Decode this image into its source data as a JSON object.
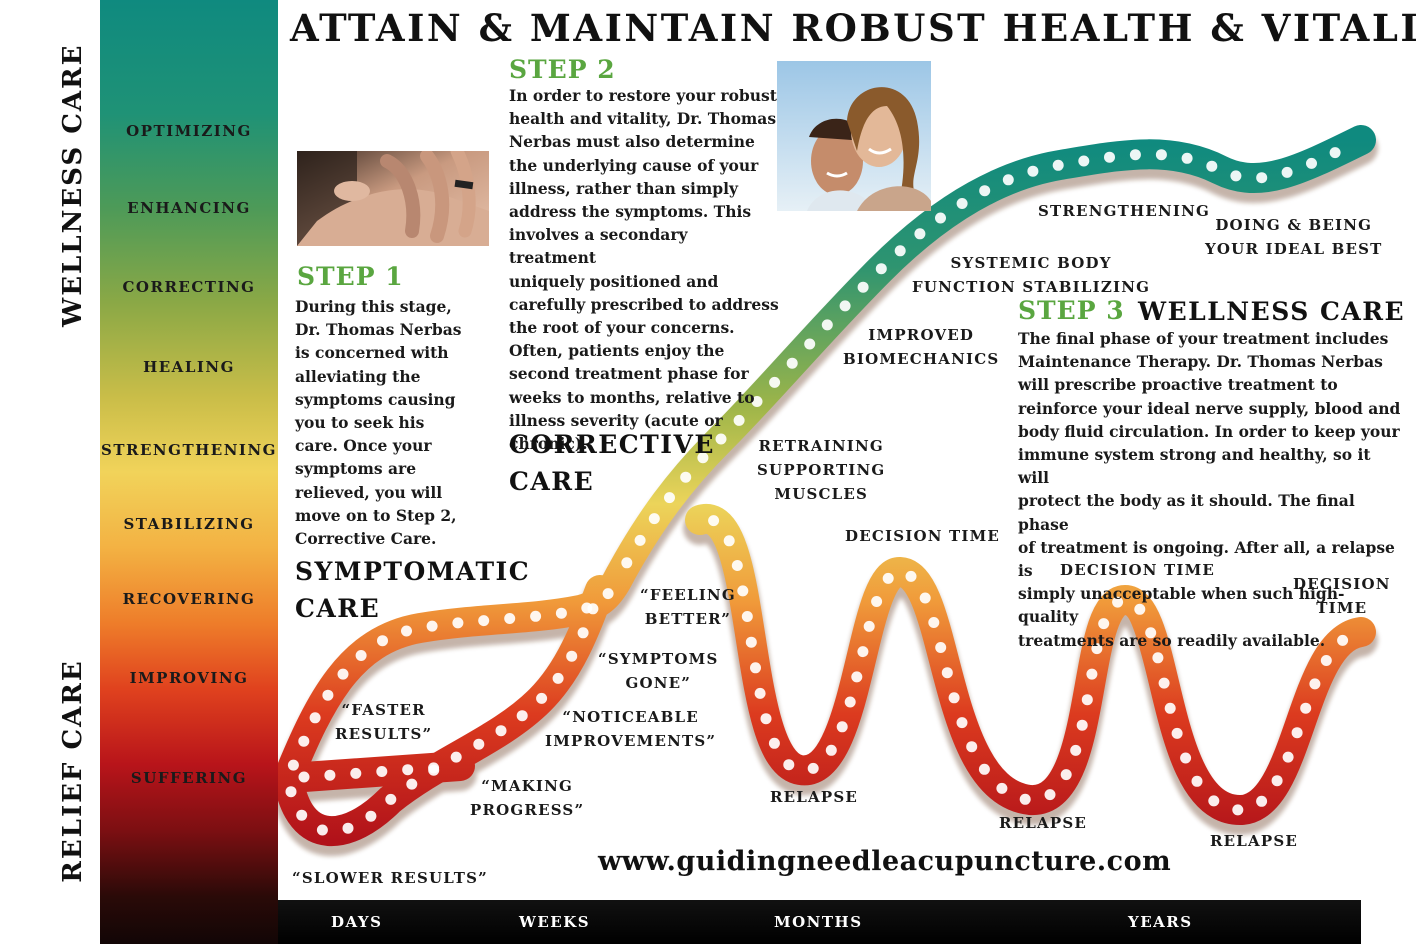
{
  "title": "ATTAIN & MAINTAIN ROBUST HEALTH & VITALITY",
  "side_labels": {
    "wellness": "WELLNESS CARE",
    "relief": "RELIEF CARE"
  },
  "health_levels": [
    "OPTIMIZING",
    "ENHANCING",
    "CORRECTING",
    "HEALING",
    "STRENGTHENING",
    "STABILIZING",
    "RECOVERING",
    "IMPROVING",
    "SUFFERING"
  ],
  "step1": {
    "heading": "STEP 1",
    "lines": [
      "During this stage,",
      "Dr. Thomas Nerbas",
      "is concerned with",
      "alleviating the",
      "symptoms causing",
      "you to seek his",
      "care. Once your",
      "symptoms are",
      "relieved, you will",
      "move on to Step 2,",
      "Corrective Care."
    ],
    "care": [
      "SYMPTOMATIC",
      "CARE"
    ]
  },
  "step2": {
    "heading": "STEP 2",
    "lines": [
      "In order to restore your robust",
      "health and vitality, Dr. Thomas",
      "Nerbas must also determine",
      "the underlying cause of your",
      "illness, rather than simply",
      "address the symptoms. This",
      "involves a secondary treatment",
      "uniquely positioned and",
      "carefully prescribed to address",
      "the root of your concerns.",
      "Often, patients enjoy the",
      "second treatment phase for",
      "weeks to months, relative to",
      "illness severity (acute or",
      "chronic)."
    ],
    "care": [
      "CORRECTIVE",
      "CARE"
    ]
  },
  "step3": {
    "heading": "STEP 3",
    "care": "WELLNESS CARE",
    "lines": [
      "The final phase of your treatment includes",
      "Maintenance Therapy. Dr. Thomas Nerbas",
      "will prescribe proactive treatment to",
      "reinforce your ideal nerve supply, blood and",
      "body fluid circulation. In order to keep your",
      "immune system strong and healthy, so it will",
      "protect the body as it should. The final phase",
      "of treatment is ongoing. After all, a relapse is",
      "simply unacceptable when such high-quality",
      "treatments are so readily available."
    ]
  },
  "path_labels": {
    "slower": "“SLOWER RESULTS”",
    "faster": [
      "“FASTER",
      "RESULTS”"
    ],
    "making": [
      "“MAKING",
      "PROGRESS”"
    ],
    "noticeable": [
      "“NOTICEABLE",
      "IMPROVEMENTS”"
    ],
    "gone": [
      "“SYMPTOMS",
      "GONE”"
    ],
    "feeling": [
      "“FEELING",
      "BETTER”"
    ],
    "retraining": [
      "RETRAINING",
      "SUPPORTING",
      "MUSCLES"
    ],
    "biomech": [
      "IMPROVED",
      "BIOMECHANICS"
    ],
    "systemic": [
      "SYSTEMIC BODY",
      "FUNCTION STABILIZING"
    ],
    "strengthening": "STRENGTHENING",
    "ideal": [
      "DOING & BEING",
      "YOUR IDEAL BEST"
    ],
    "decision1": "DECISION TIME",
    "decision2": "DECISION TIME",
    "decision3": [
      "DECISION",
      "TIME"
    ],
    "relapse1": "RELAPSE",
    "relapse2": "RELAPSE",
    "relapse3": "RELAPSE"
  },
  "website": "www.guidingneedleacupuncture.com",
  "timeline": [
    "DAYS",
    "WEEKS",
    "MONTHS",
    "YEARS"
  ],
  "colors": {
    "step_green": "#5aa640",
    "teal": "#0f8a7f",
    "red": "#b8141a",
    "yellow": "#f1d35a"
  }
}
